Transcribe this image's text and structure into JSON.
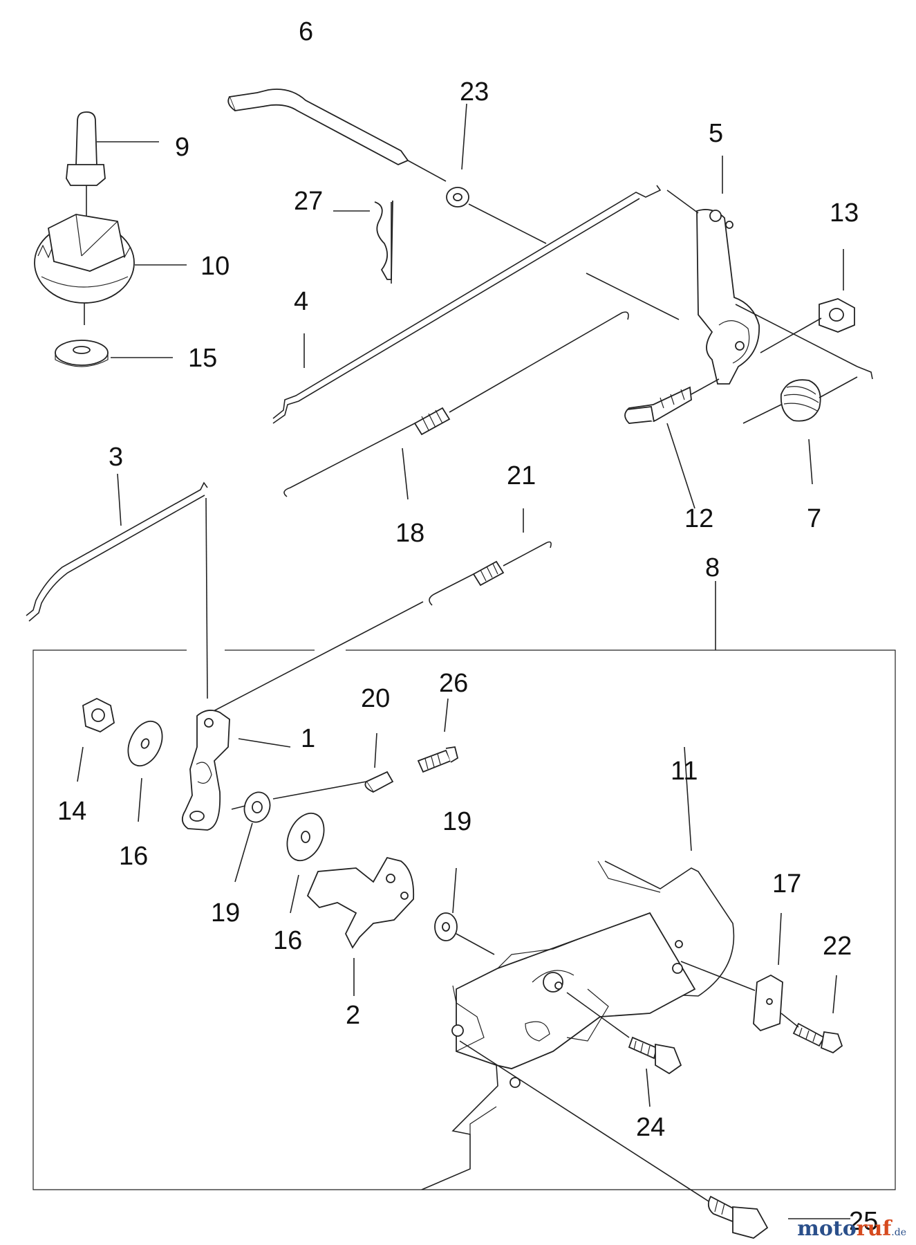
{
  "diagram": {
    "callouts": {
      "n1": "1",
      "n2": "2",
      "n3": "3",
      "n4": "4",
      "n5": "5",
      "n6": "6",
      "n7": "7",
      "n8": "8",
      "n9": "9",
      "n10": "10",
      "n11": "11",
      "n12": "12",
      "n13": "13",
      "n14": "14",
      "n15": "15",
      "n16a": "16",
      "n16b": "16",
      "n17": "17",
      "n18": "18",
      "n19a": "19",
      "n19b": "19",
      "n20": "20",
      "n21": "21",
      "n22": "22",
      "n23": "23",
      "n24": "24",
      "n25": "25",
      "n26": "26",
      "n27": "27"
    }
  },
  "watermark": {
    "part1": "moto",
    "part2": "ruf",
    "suffix": ".de"
  }
}
